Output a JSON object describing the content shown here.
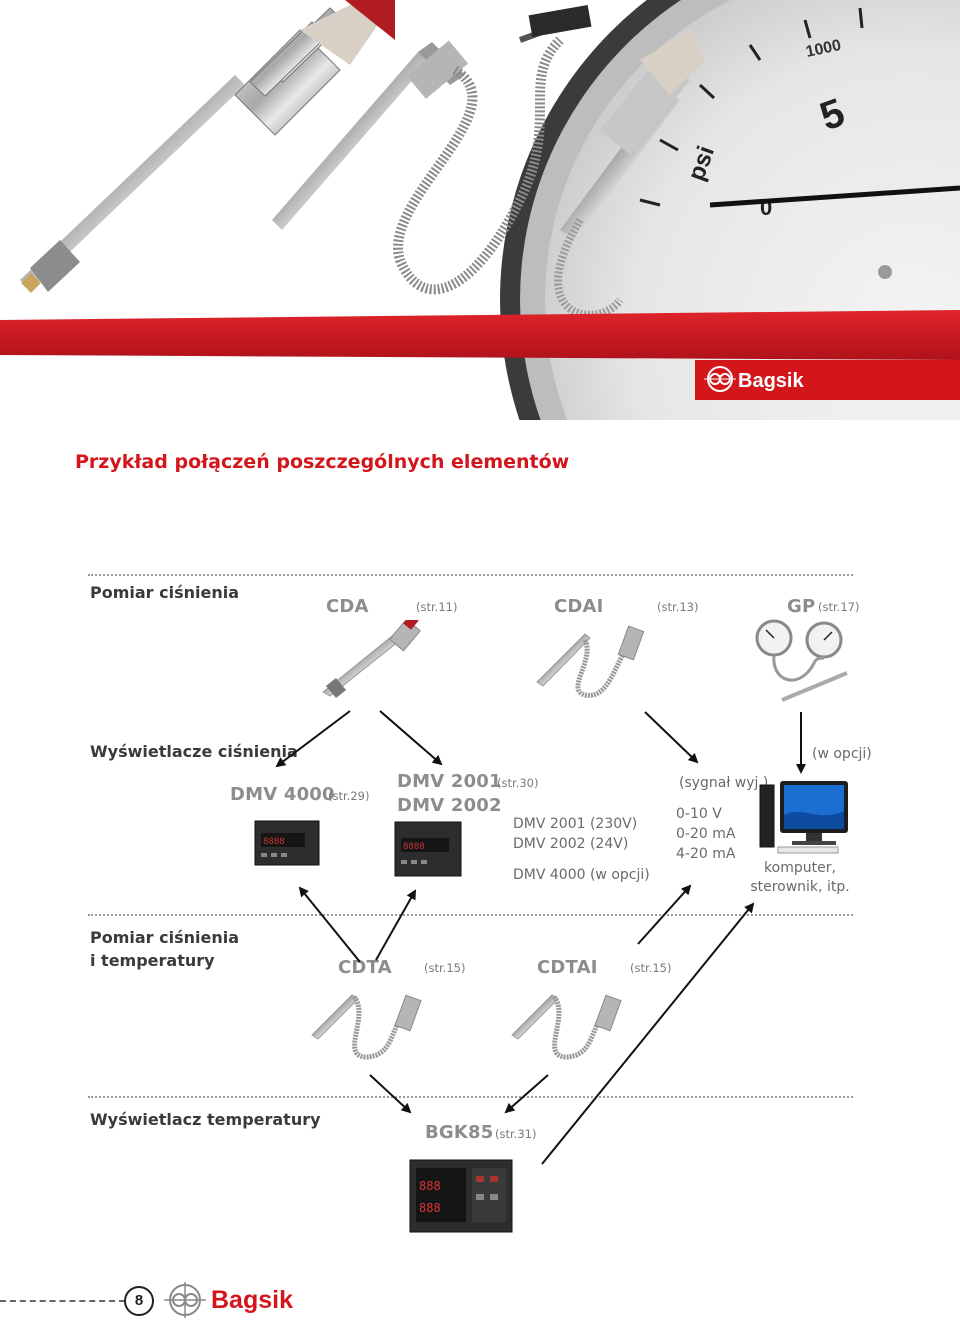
{
  "header": {
    "brand": "Bagsik",
    "gauge_unit": "psi",
    "gauge_scale_top": "1000",
    "gauge_scale_digit": "5",
    "gauge_scale_zero": "0"
  },
  "page_title": "Przykład połączeń poszczególnych elementów",
  "sections": {
    "pressure_measurement": "Pomiar ciśnienia",
    "pressure_displays": "Wyświetlacze ciśnienia",
    "pressure_temp_line1": "Pomiar ciśnienia",
    "pressure_temp_line2": "i temperatury",
    "temp_display": "Wyświetlacz temperatury"
  },
  "products": {
    "cda": {
      "name": "CDA",
      "ref": "(str.11)"
    },
    "cdai": {
      "name": "CDAI",
      "ref": "(str.13)"
    },
    "gp": {
      "name": "GP",
      "ref": "(str.17)"
    },
    "dmv4000": {
      "name": "DMV 4000",
      "ref": "(str.29)"
    },
    "dmv2001": {
      "name": "DMV 2001",
      "ref": "(str.30)"
    },
    "dmv2002": {
      "name": "DMV 2002"
    },
    "cdta": {
      "name": "CDTA",
      "ref": "(str.15)"
    },
    "cdtai": {
      "name": "CDTAI",
      "ref": "(str.15)"
    },
    "bgk85": {
      "name": "BGK85",
      "ref": "(str.31)"
    }
  },
  "notes": {
    "dmv_variant_1": "DMV 2001 (230V)",
    "dmv_variant_2": "DMV 2002 (24V)",
    "dmv_variant_3": "DMV 4000 (w opcji)",
    "signal_title": "(sygnał wyj.)",
    "signal_1": "0-10 V",
    "signal_2": "0-20 mA",
    "signal_3": "4-20 mA",
    "optional": "(w opcji)",
    "computer_1": "komputer,",
    "computer_2": "sterownik, itp."
  },
  "footer": {
    "page_number": "8",
    "brand": "Bagsik"
  },
  "colors": {
    "brand_red": "#d3151c",
    "text_gray": "#8d8d8d"
  }
}
